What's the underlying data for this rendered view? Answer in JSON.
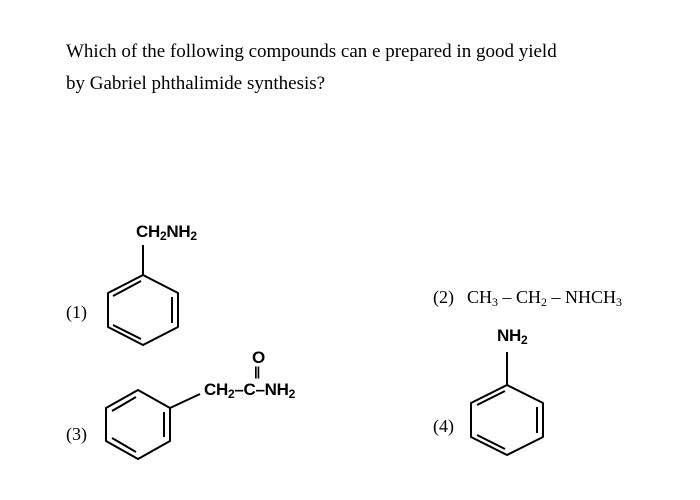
{
  "question": {
    "line1": "Which of the following compounds can e prepared in good yield",
    "line2": "by Gabriel phthalimide synthesis?"
  },
  "options": {
    "opt1": {
      "label": "(1)",
      "substituent": {
        "part1": "CH",
        "sub1": "2",
        "part2": "NH",
        "sub2": "2"
      }
    },
    "opt2": {
      "label": "(2)",
      "formula": {
        "p1": "CH",
        "s1": "3",
        "p2": " – CH",
        "s2": "2",
        "p3": " – NHCH",
        "s3": "3"
      }
    },
    "opt3": {
      "label": "(3)",
      "carbonyl_o": "O",
      "double_bond": "||",
      "chain": {
        "p1": "CH",
        "s1": "2",
        "p2": "–C–NH",
        "s2": "2"
      }
    },
    "opt4": {
      "label": "(4)",
      "substituent": {
        "part1": "NH",
        "sub1": "2"
      }
    }
  }
}
